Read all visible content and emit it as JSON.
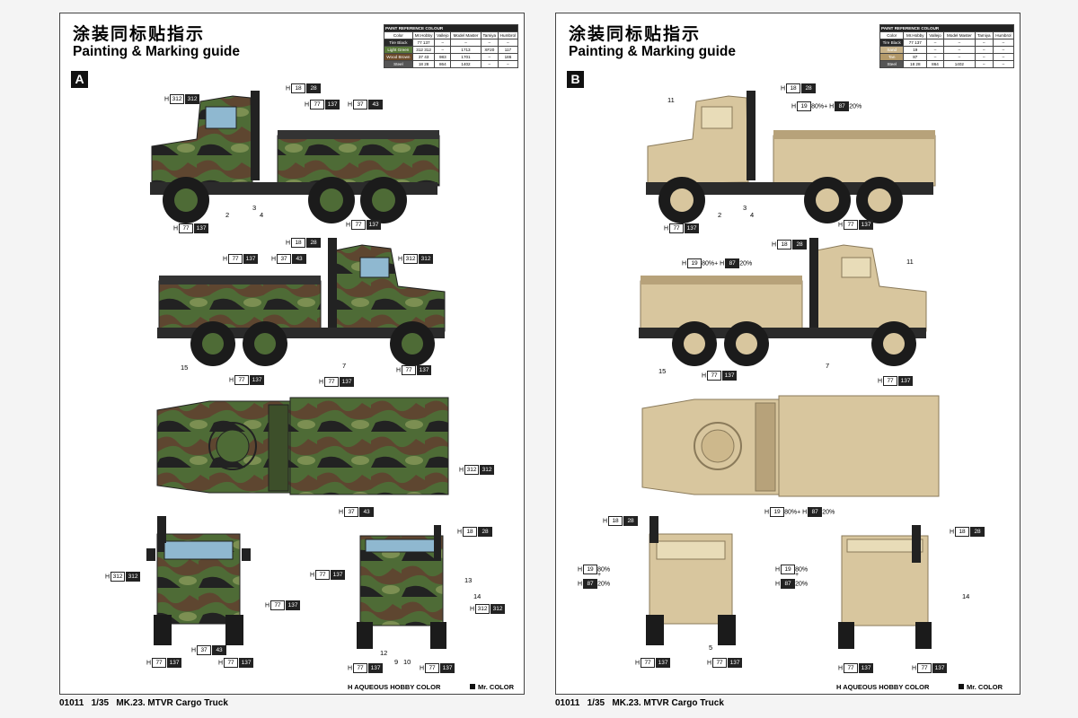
{
  "title_zh": "涂装同标贴指示",
  "title_en": "Painting & Marking guide",
  "table": {
    "caption": "PAINT REFERENCE COLOUR",
    "headers": [
      "Color",
      "Mr.Hobby",
      "Vallejo",
      "Model Master",
      "Tamiya",
      "Humbrol"
    ],
    "rows_a": [
      {
        "color": "Tire Black",
        "h": "77 137",
        "vallejo": "–",
        "mm": "–",
        "tamiya": "–",
        "humbrol": "–",
        "sw": "#2a2a2a"
      },
      {
        "color": "Light Green",
        "h": "312 312",
        "vallejo": "–",
        "mm": "1713",
        "tamiya": "XF20",
        "humbrol": "117",
        "sw": "#5a7a3a"
      },
      {
        "color": "Wood Brown",
        "h": "37 43",
        "vallejo": "983",
        "mm": "1701",
        "tamiya": "–",
        "humbrol": "186",
        "sw": "#6a4a2a"
      },
      {
        "color": "Steel",
        "h": "18 28",
        "vallejo": "864",
        "mm": "1402",
        "tamiya": "–",
        "humbrol": "–",
        "sw": "#555"
      }
    ],
    "rows_b": [
      {
        "color": "Tire Black",
        "h": "77 137",
        "vallejo": "–",
        "mm": "–",
        "tamiya": "–",
        "humbrol": "–",
        "sw": "#2a2a2a"
      },
      {
        "color": "Sand",
        "h": "19",
        "vallejo": "–",
        "mm": "–",
        "tamiya": "–",
        "humbrol": "–",
        "sw": "#c9b48a"
      },
      {
        "color": "Tan",
        "h": "87",
        "vallejo": "–",
        "mm": "–",
        "tamiya": "–",
        "humbrol": "–",
        "sw": "#b49a6a"
      },
      {
        "color": "Steel",
        "h": "18 28",
        "vallejo": "864",
        "mm": "1402",
        "tamiya": "–",
        "humbrol": "–",
        "sw": "#555"
      }
    ]
  },
  "scheme_a": "A",
  "scheme_b": "B",
  "footer": {
    "code": "01011",
    "scale": "1/35",
    "name": "MK.23. MTVR Cargo Truck"
  },
  "legend": {
    "aqueous": "AQUEOUS HOBBY COLOR",
    "mr": "Mr. COLOR",
    "h": "H"
  },
  "labels": {
    "h": "H",
    "c77": "77",
    "c137": "137",
    "c312": "312",
    "c37": "37",
    "c43": "43",
    "c18": "18",
    "c28": "28",
    "c19": "19",
    "c87": "87",
    "p80": "80%+",
    "p20": "20%",
    "p80b": "80%",
    "plus": "+",
    "n2": "2",
    "n3": "3",
    "n4": "4",
    "n5": "5",
    "n7": "7",
    "n9": "9",
    "n10": "10",
    "n11": "11",
    "n12": "12",
    "n13": "13",
    "n14": "14",
    "n15": "15"
  },
  "colors": {
    "camo_green": "#4e6b36",
    "camo_brown": "#5e4630",
    "camo_black": "#222",
    "camo_light": "#7c8f52",
    "sand": "#d8c69e",
    "sand_dark": "#b7a27a"
  }
}
